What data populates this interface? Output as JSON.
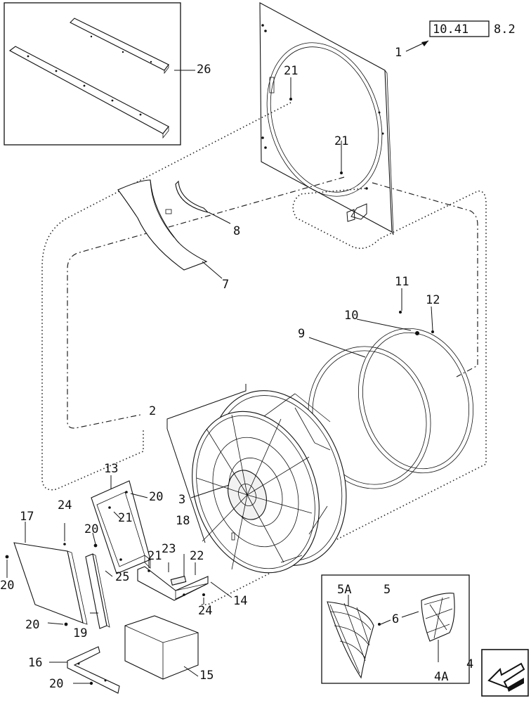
{
  "reference": {
    "boxed": "10.41",
    "suffix": "8.2"
  },
  "callouts": [
    {
      "id": "c1",
      "text": "1"
    },
    {
      "id": "c2",
      "text": "2"
    },
    {
      "id": "c3",
      "text": "3"
    },
    {
      "id": "c4",
      "text": "4"
    },
    {
      "id": "c4a",
      "text": "4A"
    },
    {
      "id": "c5",
      "text": "5"
    },
    {
      "id": "c5a",
      "text": "5A"
    },
    {
      "id": "c6",
      "text": "6"
    },
    {
      "id": "c7",
      "text": "7"
    },
    {
      "id": "c8",
      "text": "8"
    },
    {
      "id": "c9",
      "text": "9"
    },
    {
      "id": "c10",
      "text": "10"
    },
    {
      "id": "c11",
      "text": "11"
    },
    {
      "id": "c12",
      "text": "12"
    },
    {
      "id": "c13",
      "text": "13"
    },
    {
      "id": "c14",
      "text": "14"
    },
    {
      "id": "c15",
      "text": "15"
    },
    {
      "id": "c16",
      "text": "16"
    },
    {
      "id": "c17",
      "text": "17"
    },
    {
      "id": "c18",
      "text": "18"
    },
    {
      "id": "c19",
      "text": "19"
    },
    {
      "id": "c20a",
      "text": "20"
    },
    {
      "id": "c20b",
      "text": "20"
    },
    {
      "id": "c20c",
      "text": "20"
    },
    {
      "id": "c20d",
      "text": "20"
    },
    {
      "id": "c20e",
      "text": "20"
    },
    {
      "id": "c21a",
      "text": "21"
    },
    {
      "id": "c21b",
      "text": "21"
    },
    {
      "id": "c21c",
      "text": "21"
    },
    {
      "id": "c21d",
      "text": "21"
    },
    {
      "id": "c22",
      "text": "22"
    },
    {
      "id": "c23",
      "text": "23"
    },
    {
      "id": "c24a",
      "text": "24"
    },
    {
      "id": "c24b",
      "text": "24"
    },
    {
      "id": "c25",
      "text": "25"
    },
    {
      "id": "c26",
      "text": "26"
    }
  ],
  "icons": {
    "nav": "previous-page-arrow-icon"
  }
}
